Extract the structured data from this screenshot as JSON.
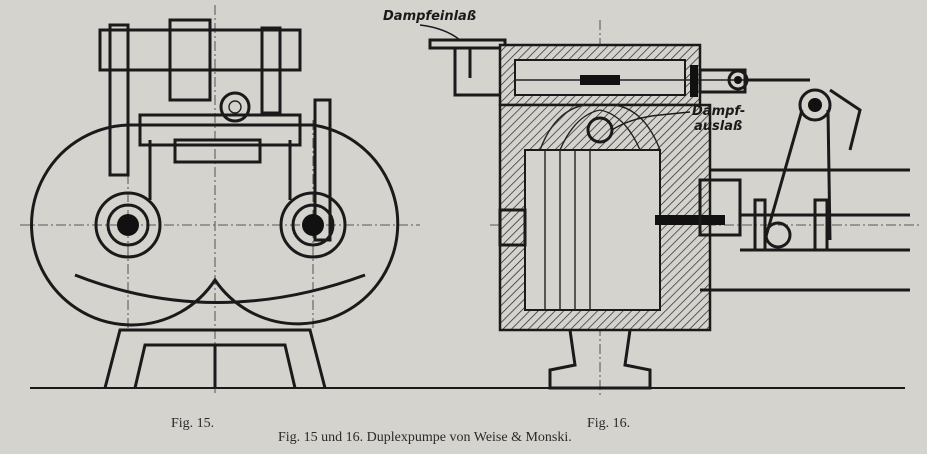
{
  "labels": {
    "steam_inlet": "Dampfeinlaß",
    "steam_outlet_1": "Dampf-",
    "steam_outlet_2": "auslaß"
  },
  "captions": {
    "fig15": "Fig. 15.",
    "fig16": "Fig. 16.",
    "main": "Fig. 15 und 16.  Duplexpumpe von Weise & Monski."
  },
  "colors": {
    "paper": "#d5d3ce",
    "ink": "#1a1a1a"
  }
}
